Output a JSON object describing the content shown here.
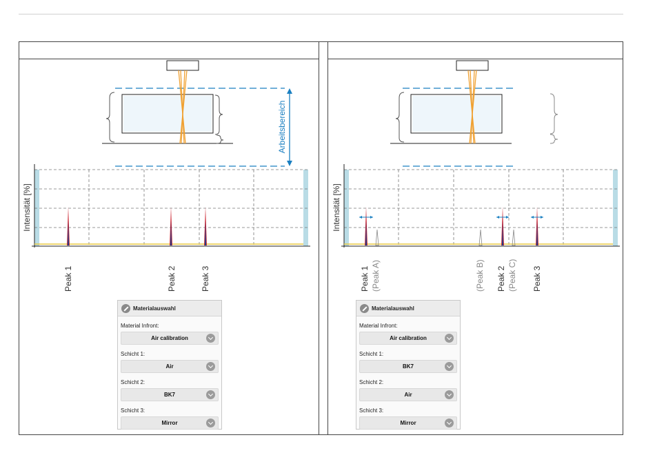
{
  "left_panel": {
    "range_label": "Arbeitsbereich",
    "y_axis_label": "Intensität [%]",
    "peaks": [
      {
        "label": "Peak 1",
        "sub": ""
      },
      {
        "label": "Peak 2",
        "sub": ""
      },
      {
        "label": "Peak 3",
        "sub": ""
      }
    ],
    "material_box": {
      "title": "Materialauswahl",
      "rows": [
        {
          "label": "Material Infront:",
          "value": "Air calibration"
        },
        {
          "label": "Schicht 1:",
          "value": "Air"
        },
        {
          "label": "Schicht 2:",
          "value": "BK7"
        },
        {
          "label": "Schicht 3:",
          "value": "Mirror"
        }
      ]
    }
  },
  "right_panel": {
    "y_axis_label": "Intensität [%]",
    "peaks": [
      {
        "label": "Peak 1",
        "sub": "(Peak A)"
      },
      {
        "label": "",
        "sub": "(Peak B)"
      },
      {
        "label": "Peak 2",
        "sub": "(Peak C)"
      },
      {
        "label": "Peak 3",
        "sub": ""
      }
    ],
    "material_box": {
      "title": "Materialauswahl",
      "rows": [
        {
          "label": "Material Infront:",
          "value": "Air calibration"
        },
        {
          "label": "Schicht 1:",
          "value": "BK7"
        },
        {
          "label": "Schicht 2:",
          "value": "Air"
        },
        {
          "label": "Schicht 3:",
          "value": "Mirror"
        }
      ]
    }
  },
  "colors": {
    "beam": "#f0a030",
    "dash": "#1a7fc1",
    "peak_red": "#cc2a36",
    "peak_blue": "#1f3c88",
    "baseline": "#e8c840",
    "edge_band": "#b9dce6",
    "ghost_peak": "#888888"
  }
}
